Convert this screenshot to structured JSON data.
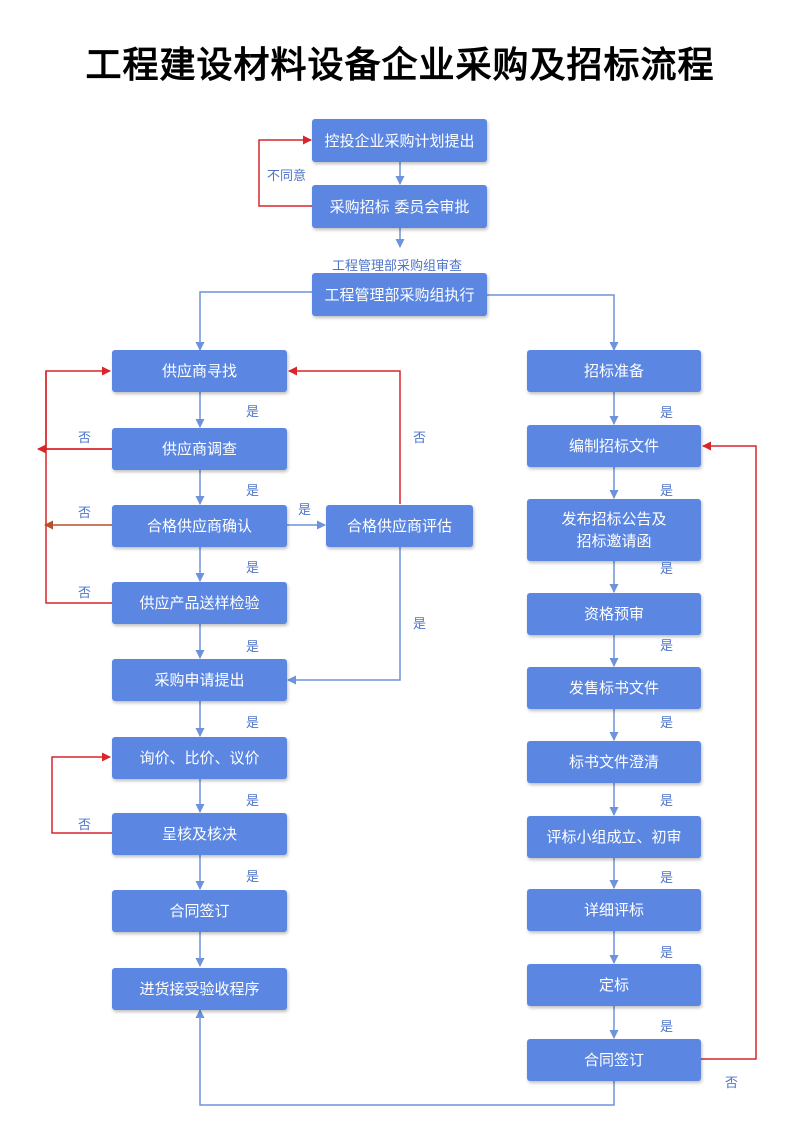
{
  "title": "工程建设材料设备企业采购及招标流程",
  "colors": {
    "box": "#5b87e3",
    "flow_line": "#6d93dc",
    "reject_line": "#d9252b",
    "reject_line_alt": "#b5512d"
  },
  "top": {
    "plan": "控投企业采购计划提出",
    "committee": "采购招标 委员会审批",
    "disagree": "不同意",
    "review_note": "工程管理部采购组审查",
    "execute": "工程管理部采购组执行"
  },
  "left": {
    "find": "供应商寻找",
    "survey": "供应商调查",
    "confirm": "合格供应商确认",
    "evaluate": "合格供应商评估",
    "sample": "供应产品送样检验",
    "apply": "采购申请提出",
    "inquiry": "询价、比价、议价",
    "approve": "呈核及核决",
    "contract": "合同签订",
    "receive": "进货接受验收程序"
  },
  "right": {
    "prepare": "招标准备",
    "docs": "编制招标文件",
    "announce": "发布招标公告及\n招标邀请函",
    "prequal": "资格预审",
    "sell": "发售标书文件",
    "clarify": "标书文件澄清",
    "panel": "评标小组成立、初审",
    "detail": "详细评标",
    "award": "定标",
    "contract": "合同签订"
  },
  "labels": {
    "yes": "是",
    "no": "否"
  }
}
